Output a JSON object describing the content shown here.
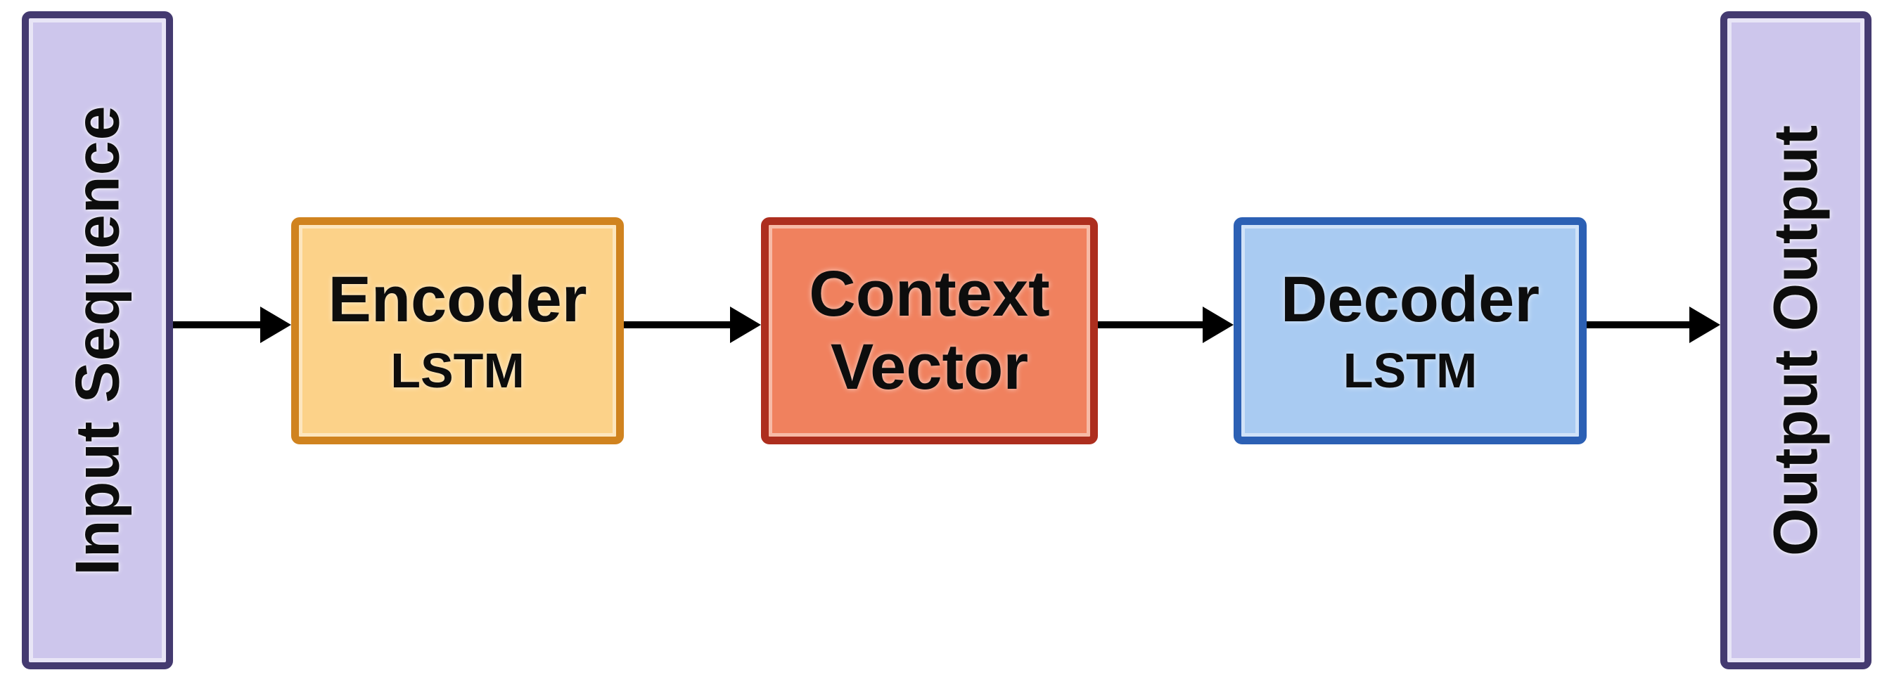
{
  "diagram": {
    "type": "encoder-decoder sequence-to-sequence flow",
    "background": "#ffffff",
    "text_color": "#0d0d0d",
    "arrow_color": "#000000",
    "nodes": {
      "input": {
        "label": "Input Sequence",
        "fill": "#cdc6ec",
        "border": "#443a70",
        "text_rotation_deg": -90
      },
      "encoder": {
        "line1": "Encoder",
        "line2": "LSTM",
        "fill": "#fcd289",
        "border": "#d0831f"
      },
      "context": {
        "line1": "Context",
        "line2": "Vector",
        "fill": "#f0815e",
        "border": "#ad2e1e"
      },
      "decoder": {
        "line1": "Decoder",
        "line2": "LSTM",
        "fill": "#a9cbf2",
        "border": "#2c60b4"
      },
      "output": {
        "label": "Output Output",
        "fill": "#cdc6ec",
        "border": "#443a70",
        "text_rotation_deg": -90
      }
    },
    "flow": [
      "input",
      "encoder",
      "context",
      "decoder",
      "output"
    ],
    "arrow_count": 4
  }
}
